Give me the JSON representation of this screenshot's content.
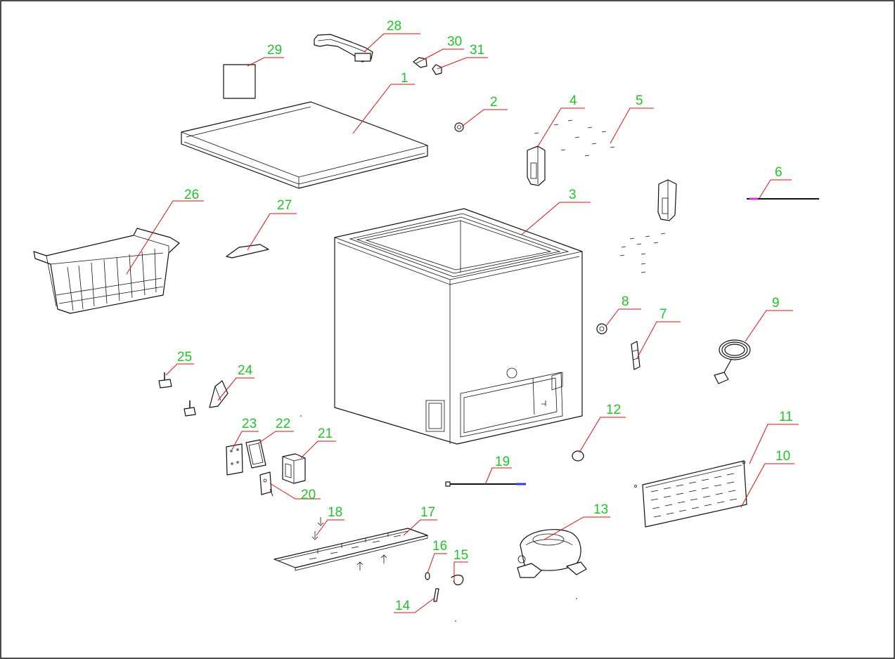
{
  "diagram": {
    "type": "exploded-parts-view",
    "colors": {
      "callout_text": "#22c22a",
      "leader_line": "#d11111",
      "outline": "#111111",
      "highlight": "#e02ae0",
      "wire_blue": "#2a3ae0"
    },
    "callouts": [
      {
        "id": "c1",
        "label": "1"
      },
      {
        "id": "c2",
        "label": "2"
      },
      {
        "id": "c3",
        "label": "3"
      },
      {
        "id": "c4",
        "label": "4"
      },
      {
        "id": "c5",
        "label": "5"
      },
      {
        "id": "c6",
        "label": "6"
      },
      {
        "id": "c7",
        "label": "7"
      },
      {
        "id": "c8",
        "label": "8"
      },
      {
        "id": "c9",
        "label": "9"
      },
      {
        "id": "c10",
        "label": "10"
      },
      {
        "id": "c11",
        "label": "11"
      },
      {
        "id": "c12",
        "label": "12"
      },
      {
        "id": "c13",
        "label": "13"
      },
      {
        "id": "c14",
        "label": "14"
      },
      {
        "id": "c15",
        "label": "15"
      },
      {
        "id": "c16",
        "label": "16"
      },
      {
        "id": "c17",
        "label": "17"
      },
      {
        "id": "c18",
        "label": "18"
      },
      {
        "id": "c19",
        "label": "19"
      },
      {
        "id": "c20",
        "label": "20"
      },
      {
        "id": "c21",
        "label": "21"
      },
      {
        "id": "c22",
        "label": "22"
      },
      {
        "id": "c23",
        "label": "23"
      },
      {
        "id": "c24",
        "label": "24"
      },
      {
        "id": "c25",
        "label": "25"
      },
      {
        "id": "c26",
        "label": "26"
      },
      {
        "id": "c27",
        "label": "27"
      },
      {
        "id": "c28",
        "label": "28"
      },
      {
        "id": "c29",
        "label": "29"
      },
      {
        "id": "c30",
        "label": "30"
      },
      {
        "id": "c31",
        "label": "31"
      }
    ]
  }
}
